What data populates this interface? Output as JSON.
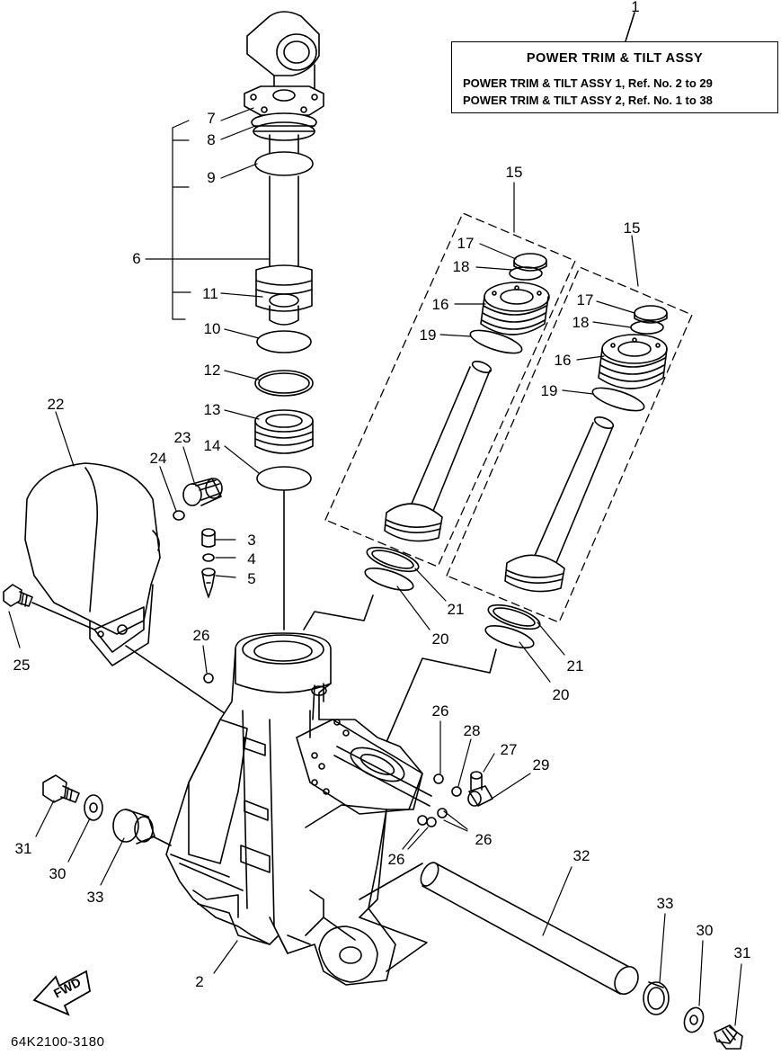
{
  "title_box": {
    "heading": "POWER TRIM  &  TILT ASSY",
    "line1": "POWER TRIM & TILT ASSY 1,   Ref. No. 2 to 29",
    "line2": "POWER TRIM & TILT ASSY 2,   Ref. No. 1 to 38"
  },
  "fwd_label": "FWD",
  "diagram_code": "64K2100-3180",
  "callouts": {
    "c1": "1",
    "c2": "2",
    "c3": "3",
    "c4": "4",
    "c5": "5",
    "c6": "6",
    "c7": "7",
    "c8": "8",
    "c9": "9",
    "c10": "10",
    "c11": "11",
    "c12": "12",
    "c13": "13",
    "c14": "14",
    "c15a": "15",
    "c15b": "15",
    "c16a": "16",
    "c16b": "16",
    "c17a": "17",
    "c17b": "17",
    "c18a": "18",
    "c18b": "18",
    "c19a": "19",
    "c19b": "19",
    "c20a": "20",
    "c20b": "20",
    "c21a": "21",
    "c21b": "21",
    "c22": "22",
    "c23": "23",
    "c24": "24",
    "c25": "25",
    "c26a": "26",
    "c26b": "26",
    "c26c": "26",
    "c26d": "26",
    "c27": "27",
    "c28": "28",
    "c29": "29",
    "c30a": "30",
    "c30b": "30",
    "c31a": "31",
    "c31b": "31",
    "c32": "32",
    "c33a": "33",
    "c33b": "33"
  }
}
